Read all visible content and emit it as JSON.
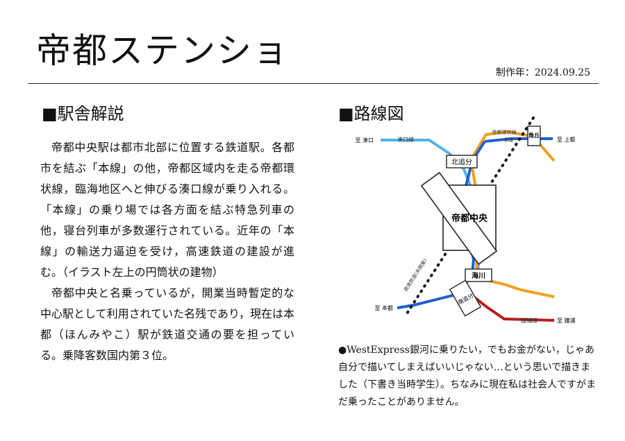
{
  "header": {
    "title": "帝都ステンショ",
    "date": "制作年：2024.09.25"
  },
  "description": {
    "heading": "■駅舎解説",
    "paragraphs": [
      "帝都中央駅は都市北部に位置する鉄道駅。各都市を結ぶ「本線」の他，帝都区域内を走る帝都環状線，臨海地区へと伸びる湊口線が乗り入れる。「本線」の乗り場では各方面を結ぶ特急列車の他，寝台列車が多数運行されている。近年の「本線」の輸送力逼迫を受け，高速鉄道の建設が進む。（イラスト左上の円筒状の建物）",
      "帝都中央と名乗っているが，開業当時暫定的な中心駅として利用されていた名残であり，現在は本都（ほんみやこ）駅が鉄道交通の要を担っている。乗降客数国内第３位。"
    ]
  },
  "route_map": {
    "heading": "■路線図",
    "colors": {
      "minatoguchi": "#4fb3e8",
      "kanjo": "#f2a01c",
      "honsen": "#1f5fd0",
      "southeast": "#b81c1c",
      "station_border": "#222222"
    },
    "labels": {
      "to_minatoguchi": "至 湊口",
      "minatoguchi_line": "湊口線",
      "kanjo_line": "帝都環状線",
      "honsen_top": "本線",
      "tsunogaoka": "角丘",
      "to_kamito": "至 上都",
      "kitaoiwake": "北追分",
      "teito_chuo": "帝都中央",
      "kaisen": "海川",
      "minamioiwake": "南追分",
      "to_honto": "至 本都",
      "hsr_line": "高速鉄道(未開業)",
      "kachitsu_line": "鐘浦線",
      "to_kachitsu": "至 鐘浦"
    }
  },
  "note": {
    "text": "●WestExpress銀河に乗りたい，でもお金がない，じゃあ自分で描いてしまえばいいじゃない…という思いで描きました（下書き当時学生）。ちなみに現在私は社会人ですがまだ乗ったことがありません。"
  }
}
